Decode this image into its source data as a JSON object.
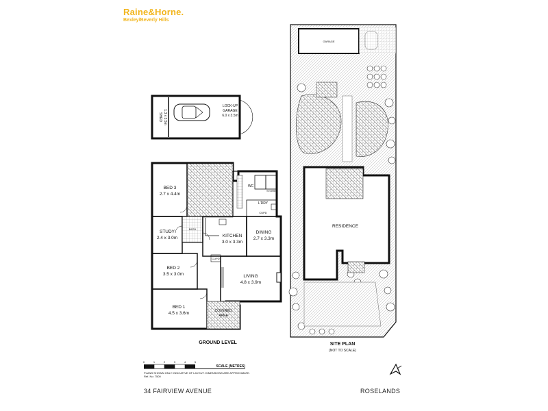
{
  "brand": {
    "name": "Raine&Horne.",
    "office": "Bexley/Beverly Hills",
    "color": "#f2b51c"
  },
  "garage_plan": {
    "shed": "SHED",
    "shed_size": "1.3 x 3.5m",
    "garage_line1": "LOCK-UP",
    "garage_line2": "GARAGE",
    "garage_size": "6.0 x 3.5m"
  },
  "ground_level": {
    "title": "GROUND LEVEL",
    "rooms": {
      "bed3_name": "BED 3",
      "bed3_size": "2.7 x 4.4m",
      "study_name": "STUDY",
      "study_size": "2.4 x 3.0m",
      "kitchen_name": "KITCHEN",
      "kitchen_size": "3.0 x 3.3m",
      "dining_name": "DINING",
      "dining_size": "2.7 x 3.3m",
      "bed2_name": "BED 2",
      "bed2_size": "3.5 x 3.0m",
      "living_name": "LIVING",
      "living_size": "4.8 x 3.9m",
      "bed1_name": "BED 1",
      "bed1_size": "4.5 x 3.6m",
      "wc": "WC",
      "store": "STORE",
      "laundry": "L'DRY",
      "cupd": "CUPD",
      "cupd2": "CUPD",
      "bath": "BATH",
      "covered_line1": "COVERED",
      "covered_line2": "AREA"
    }
  },
  "site_plan": {
    "title": "SITE PLAN",
    "subtitle": "(NOT TO SCALE)",
    "garage": "GARAGE",
    "residence": "RESIDENCE"
  },
  "scale": {
    "label": "SCALE (METRES)",
    "ticks": [
      "0",
      "1",
      "2",
      "3",
      "4",
      "5"
    ],
    "note1": "PLANS SHOWN ONLY INDICATIVE OF LAYOUT. DIMENSIONS ARE APPROXIMATE.",
    "note2": "Ref. No: 7500"
  },
  "footer": {
    "address": "34 FAIRVIEW AVENUE",
    "suburb": "ROSELANDS"
  }
}
